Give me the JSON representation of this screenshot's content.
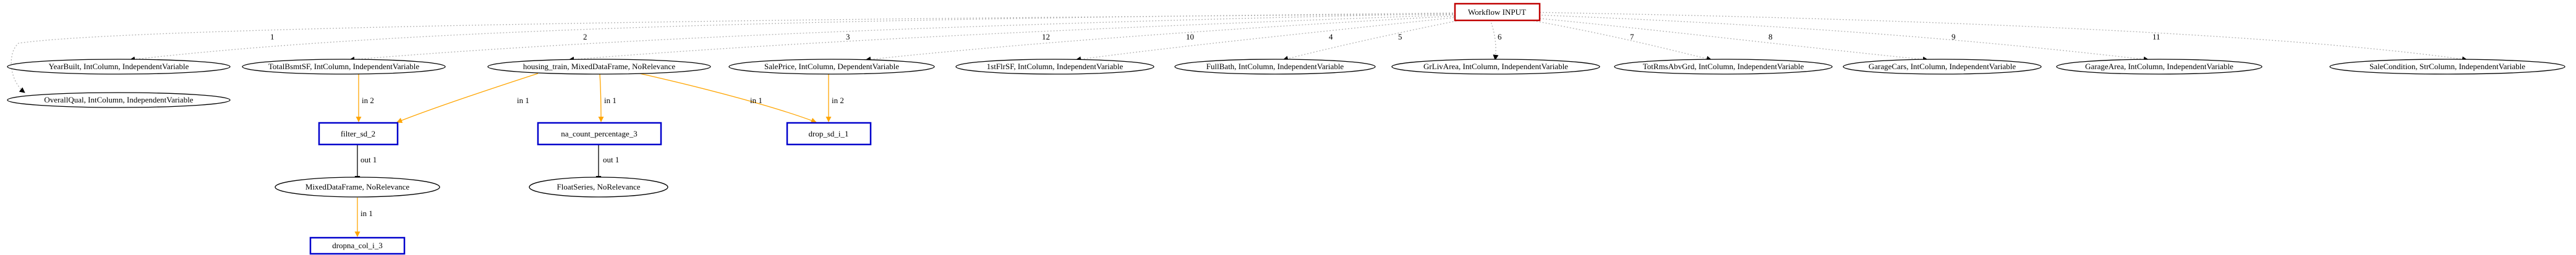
{
  "colors": {
    "input_border": "#c00000",
    "op_border": "#0000cc",
    "dotted_edge": "#b4b4b4",
    "data_edge": "#ffa500",
    "out_edge": "#000000",
    "text": "#000000"
  },
  "input": "Workflow INPUT",
  "variables": [
    "YearBuilt, IntColumn, IndependentVariable",
    "OverallQual, IntColumn, IndependentVariable",
    "TotalBsmtSF, IntColumn, IndependentVariable",
    "housing_train, MixedDataFrame, NoRelevance",
    "SalePrice, IntColumn, DependentVariable",
    "1stFlrSF, IntColumn, IndependentVariable",
    "FullBath, IntColumn, IndependentVariable",
    "GrLivArea, IntColumn, IndependentVariable",
    "TotRmsAbvGrd, IntColumn, IndependentVariable",
    "GarageCars, IntColumn, IndependentVariable",
    "GarageArea, IntColumn, IndependentVariable",
    "SaleCondition, StrColumn, IndependentVariable"
  ],
  "input_edge_labels": [
    "1",
    "",
    "2",
    "",
    "3",
    "12",
    "10",
    "4",
    "5",
    "6",
    "7",
    "8",
    "9",
    "11"
  ],
  "operations": [
    "filter_sd_2",
    "na_count_percentage_3",
    "drop_sd_i_1",
    "dropna_col_i_3"
  ],
  "results": [
    "MixedDataFrame, NoRelevance",
    "FloatSeries, NoRelevance"
  ],
  "edge_labels": {
    "in1": "in 1",
    "in2": "in 2",
    "out1": "out 1"
  }
}
